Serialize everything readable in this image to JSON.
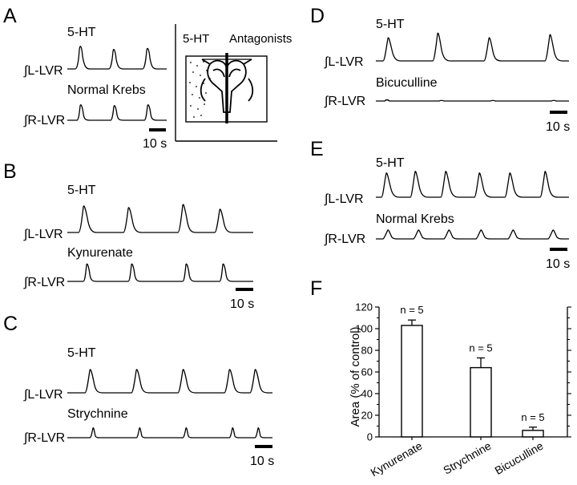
{
  "panels": {
    "A": {
      "letter": "A",
      "drug_label": "5-HT",
      "top_trace_label": "∫L-LVR",
      "bath_label": "Normal Krebs",
      "bottom_trace_label": "∫R-LVR",
      "scale_bar_label": "10 s",
      "inset": {
        "left_label": "5-HT",
        "right_label": "Antagonists"
      }
    },
    "B": {
      "letter": "B",
      "drug_label": "5-HT",
      "top_trace_label": "∫L-LVR",
      "bath_label": "Kynurenate",
      "bottom_trace_label": "∫R-LVR",
      "scale_bar_label": "10 s"
    },
    "C": {
      "letter": "C",
      "drug_label": "5-HT",
      "top_trace_label": "∫L-LVR",
      "bath_label": "Strychnine",
      "bottom_trace_label": "∫R-LVR",
      "scale_bar_label": "10 s"
    },
    "D": {
      "letter": "D",
      "drug_label": "5-HT",
      "top_trace_label": "∫L-LVR",
      "bath_label": "Bicuculline",
      "bottom_trace_label": "∫R-LVR",
      "scale_bar_label": "10 s"
    },
    "E": {
      "letter": "E",
      "drug_label": "5-HT",
      "top_trace_label": "∫L-LVR",
      "bath_label": "Normal Krebs",
      "bottom_trace_label": "∫R-LVR",
      "scale_bar_label": "10 s"
    },
    "F": {
      "letter": "F"
    }
  },
  "chart_data": {
    "type": "bar",
    "title": "",
    "xlabel": "",
    "ylabel": "Area (% of control)",
    "ylim": [
      0,
      120
    ],
    "yticks": [
      "0",
      "20",
      "40",
      "60",
      "80",
      "100",
      "120"
    ],
    "categories": [
      "Kynurenate",
      "Strychnine",
      "Bicuculline"
    ],
    "values": [
      103,
      64,
      6
    ],
    "errors": [
      5,
      9,
      3
    ],
    "annotations": [
      "n = 5",
      "n = 5",
      "n = 5"
    ],
    "grid": false
  }
}
